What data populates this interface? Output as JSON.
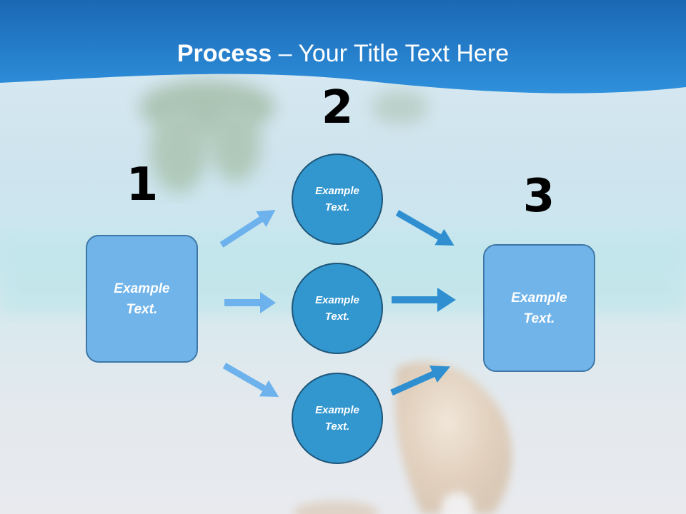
{
  "header": {
    "title_bold": "Process",
    "title_rest": " – Your Title Text Here"
  },
  "steps": [
    {
      "number": "1",
      "text": "Example\nText."
    },
    {
      "number": "2",
      "texts": [
        "Example\nText.",
        "Example\nText.",
        "Example\nText."
      ]
    },
    {
      "number": "3",
      "text": "Example\nText."
    }
  ],
  "colors": {
    "banner": "#1f76c2",
    "box_fill": "#71b4e9",
    "circle_fill": "#3296cf",
    "arrow_left": "#6db2ec",
    "arrow_right": "#2f8fd0"
  }
}
